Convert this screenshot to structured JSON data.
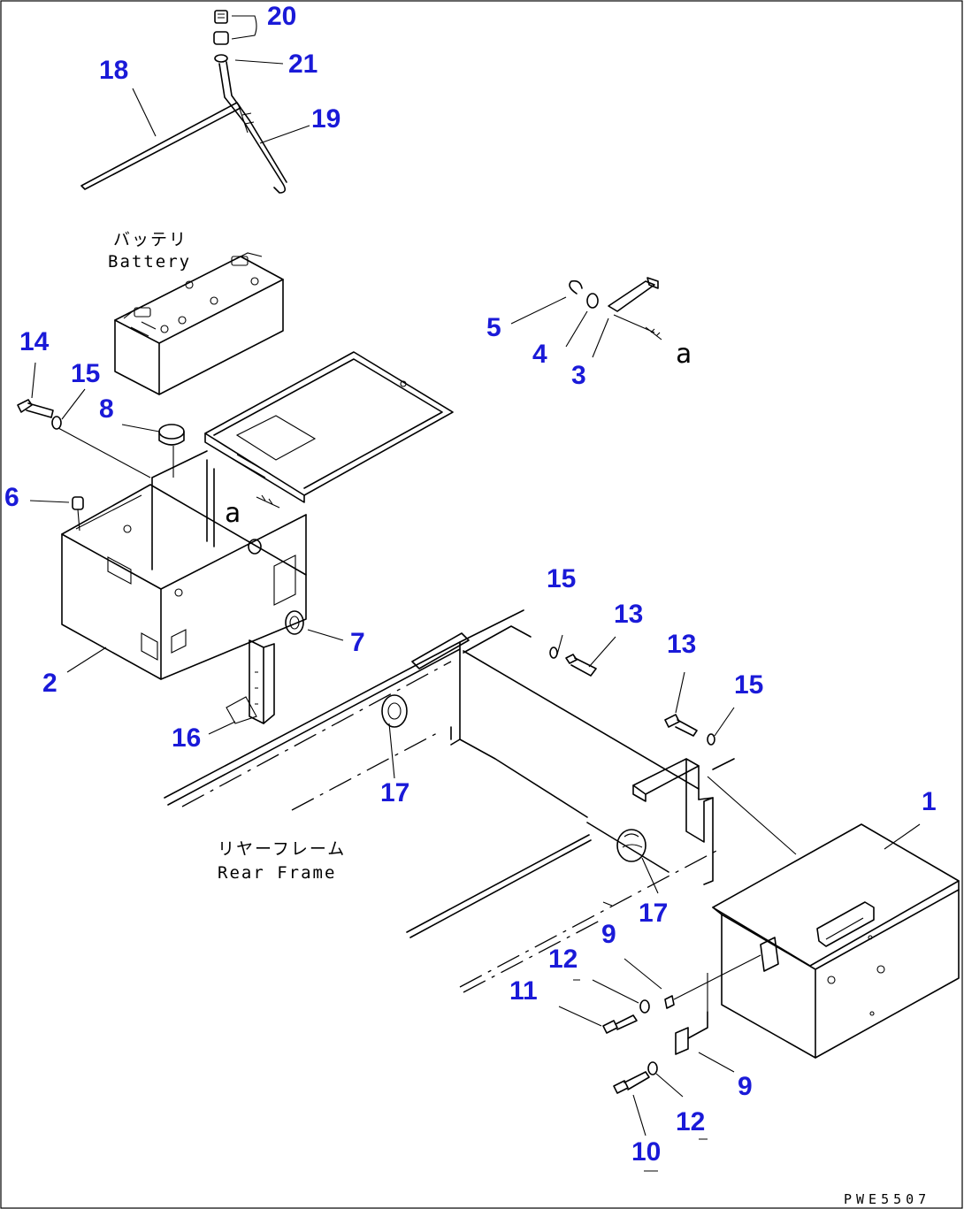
{
  "drawing": {
    "code": "PWE5507",
    "detail_marker": "a",
    "labels": {
      "battery_jp": "バッテリ",
      "battery_en": "Battery",
      "frame_jp": "リヤーフレーム",
      "frame_en": "Rear Frame"
    }
  },
  "callouts": [
    {
      "id": "c1",
      "text": "1"
    },
    {
      "id": "c2",
      "text": "2"
    },
    {
      "id": "c3",
      "text": "3"
    },
    {
      "id": "c4",
      "text": "4"
    },
    {
      "id": "c5",
      "text": "5"
    },
    {
      "id": "c6",
      "text": "6"
    },
    {
      "id": "c7",
      "text": "7"
    },
    {
      "id": "c8",
      "text": "8"
    },
    {
      "id": "c9a",
      "text": "9"
    },
    {
      "id": "c9b",
      "text": "9"
    },
    {
      "id": "c10",
      "text": "10"
    },
    {
      "id": "c11",
      "text": "11"
    },
    {
      "id": "c12a",
      "text": "12"
    },
    {
      "id": "c12b",
      "text": "12"
    },
    {
      "id": "c13a",
      "text": "13"
    },
    {
      "id": "c13b",
      "text": "13"
    },
    {
      "id": "c14",
      "text": "14"
    },
    {
      "id": "c15a",
      "text": "15"
    },
    {
      "id": "c15b",
      "text": "15"
    },
    {
      "id": "c15c",
      "text": "15"
    },
    {
      "id": "c16",
      "text": "16"
    },
    {
      "id": "c17a",
      "text": "17"
    },
    {
      "id": "c17b",
      "text": "17"
    },
    {
      "id": "c18",
      "text": "18"
    },
    {
      "id": "c19",
      "text": "19"
    },
    {
      "id": "c20",
      "text": "20"
    },
    {
      "id": "c21",
      "text": "21"
    }
  ]
}
